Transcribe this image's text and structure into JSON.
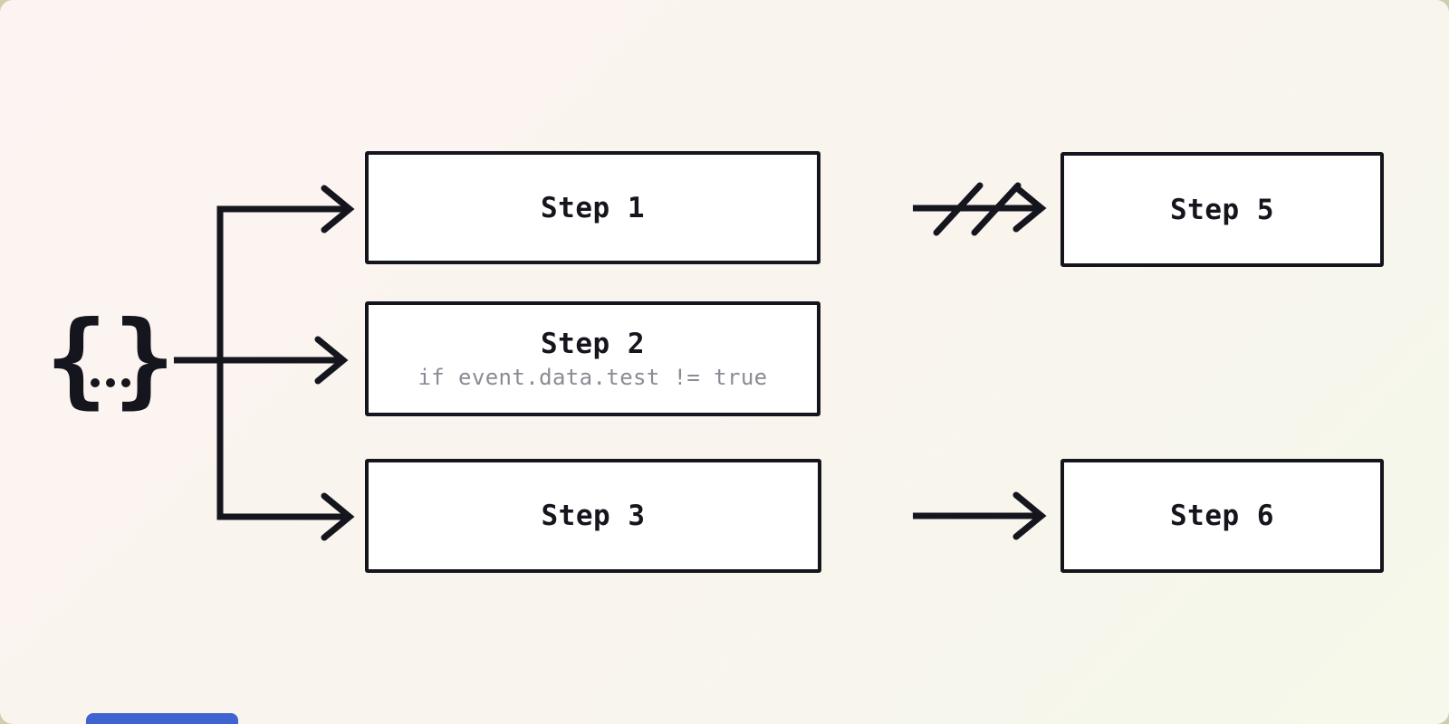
{
  "diagram": {
    "trigger": {
      "glyph_left": "{",
      "glyph_right": "}",
      "dots": 3
    },
    "nodes": [
      {
        "id": "step-1",
        "title": "Step 1"
      },
      {
        "id": "step-2",
        "title": "Step 2",
        "condition": "if event.data.test != true"
      },
      {
        "id": "step-3",
        "title": "Step 3"
      },
      {
        "id": "step-5",
        "title": "Step 5"
      },
      {
        "id": "step-6",
        "title": "Step 6"
      }
    ],
    "edges": [
      {
        "from": "trigger",
        "to": "step-1",
        "style": "arrow"
      },
      {
        "from": "trigger",
        "to": "step-2",
        "style": "arrow"
      },
      {
        "from": "trigger",
        "to": "step-3",
        "style": "arrow"
      },
      {
        "from": "step-1",
        "to": "step-5",
        "style": "broken-arrow"
      },
      {
        "from": "step-3",
        "to": "step-6",
        "style": "arrow"
      }
    ],
    "colors": {
      "ink": "#15151d",
      "node_fill": "#ffffff",
      "node_border": "#15151d",
      "condition_gray": "#8b8b95",
      "bg_top_left": "#fcf4f2",
      "bg_bottom_right": "#f5f8ea",
      "outer_frame": "#d2ccae",
      "blue_bar": "#3f63d1"
    }
  }
}
